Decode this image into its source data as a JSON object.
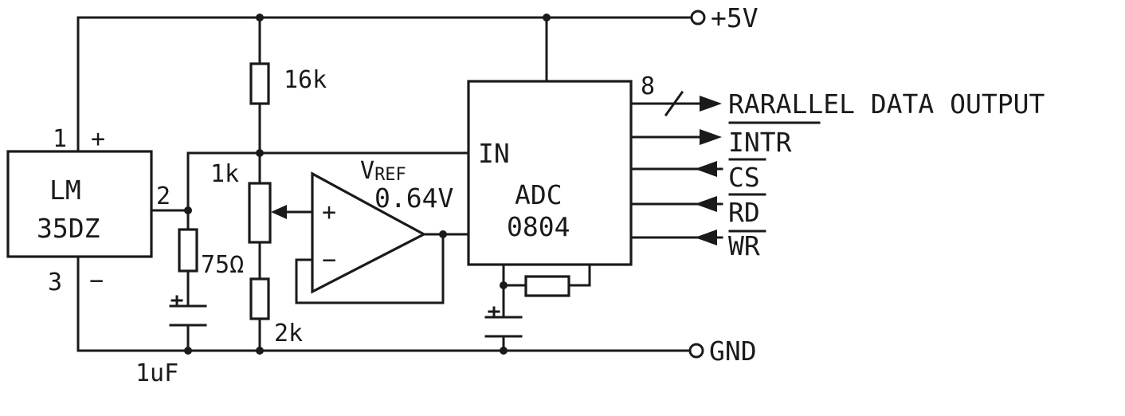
{
  "supply": {
    "vplus": "+5V",
    "gnd": "GND"
  },
  "sensor": {
    "name_line1": "LM",
    "name_line2": "35DZ",
    "pin1": "1",
    "pin1_sign": "+",
    "pin2": "2",
    "pin3": "3",
    "pin3_sign": "−"
  },
  "components": {
    "r_16k": "16k",
    "pot_1k": "1k",
    "r_2k": "2k",
    "r_75": "75Ω",
    "c_1uf": "1uF"
  },
  "opamp": {
    "vref_main": "V",
    "vref_sub": "REF",
    "vref_value": "0.64V",
    "plus": "+",
    "minus": "−"
  },
  "adc": {
    "in_label": "IN",
    "name_line1": "ADC",
    "name_line2": "0804"
  },
  "outputs": {
    "bus_width": "8",
    "data": "RARALLEL DATA OUTPUT",
    "intr": "INTR",
    "cs": "CS",
    "rd": "RD",
    "wr": "WR"
  }
}
